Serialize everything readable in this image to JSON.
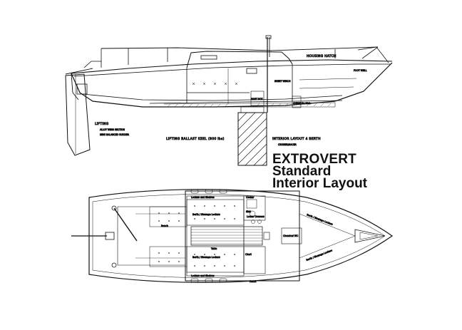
{
  "title": {
    "line1": "EXTROVERT",
    "line2": "Standard",
    "line3": "Interior Layout"
  },
  "profile_labels": {
    "hatch": "HOUSING HATCH",
    "anchor_well": "FOOT WELL",
    "sheet_winch": "SHEET WINCH",
    "lifting": "LIFTING",
    "rudder_line1": "ALLOY WING SECTION",
    "rudder_line2": "SEMI BALANCED RUDDER",
    "keel": "LIFTING BALLAST KEEL (800 lbs)",
    "layout_line1": "INTERIOR LAYOUT 4 BERTH",
    "layout_line2": "CRUISER/RACER",
    "mast_step": "MAST BOX",
    "galley": "CHEMICAL W.C."
  },
  "plan_labels": {
    "berth_port": "Berth / Stowage Lockers",
    "berth_stbd": "Berth / Stowage Lockers",
    "lockers_top": "Lockers and Shelves",
    "lockers_bottom": "Lockers and Shelves",
    "cooker": "Cooker",
    "sink": "Sink",
    "locker_bar": "Locker Drawers",
    "chart": "Chart",
    "table": "Table",
    "wc": "Chemical WC",
    "vberth_top": "Berth / Stowage Lockers",
    "vberth_bottom": "Berth / Stowage Lockers",
    "bench": "Bench",
    "hatch_note": "Hatch"
  },
  "colors": {
    "ink": "#111111",
    "paper": "#ffffff"
  }
}
